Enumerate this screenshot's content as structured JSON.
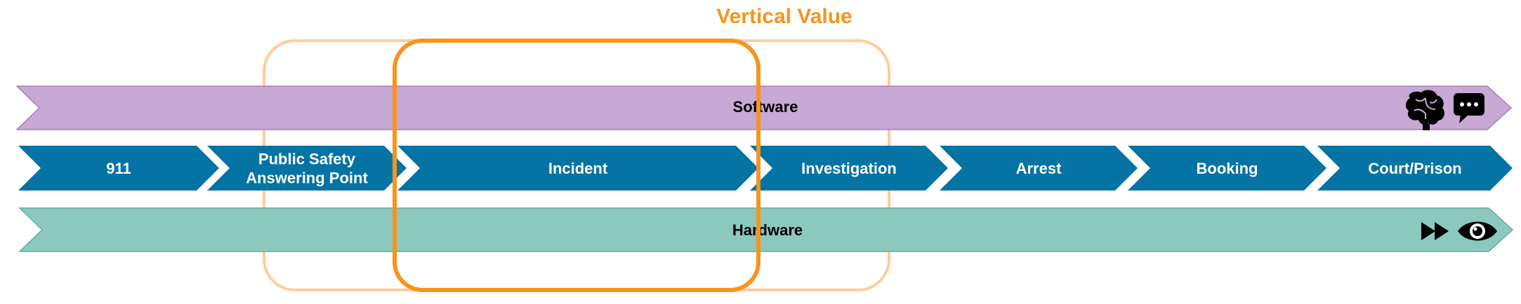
{
  "title": "Vertical Value",
  "layers": {
    "software": "Software",
    "hardware": "Hardware"
  },
  "stages": [
    {
      "lines": [
        "911"
      ]
    },
    {
      "lines": [
        "Public Safety",
        "Answering Point"
      ]
    },
    {
      "lines": [
        "Incident"
      ]
    },
    {
      "lines": [
        "Investigation"
      ]
    },
    {
      "lines": [
        "Arrest"
      ]
    },
    {
      "lines": [
        "Booking"
      ]
    },
    {
      "lines": [
        "Court/Prison"
      ]
    }
  ],
  "icons": {
    "software": [
      "brain-icon",
      "chat-bubble-icon"
    ],
    "hardware": [
      "fast-forward-icon",
      "eye-icon"
    ]
  },
  "colors": {
    "accent": "#F7941D",
    "accent_light": "#FFCC99",
    "software_fill": "#C8A8D4",
    "software_stroke": "#A680B8",
    "stage_fill": "#0573A4",
    "hardware_fill": "#8DC8BE",
    "hardware_stroke": "#67AB9F"
  }
}
